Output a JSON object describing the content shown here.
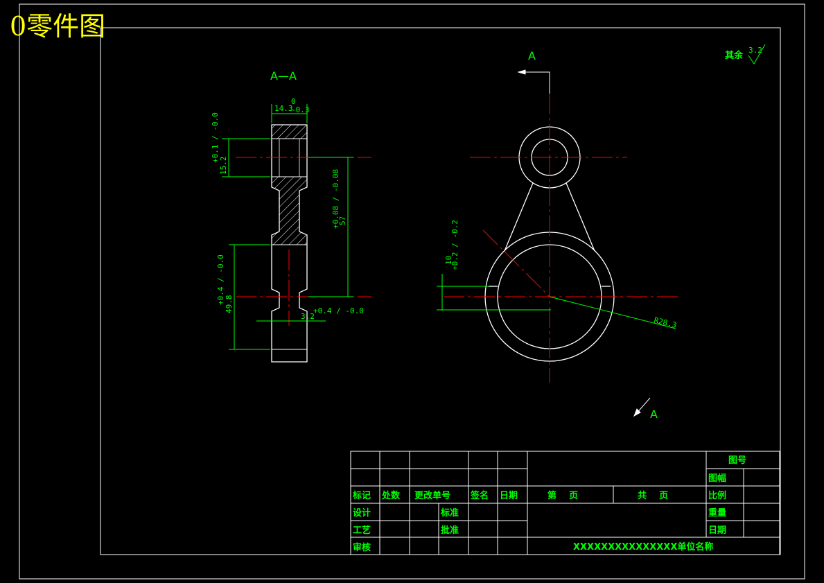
{
  "title": "0零件图",
  "views": {
    "section_label": "A—A",
    "arrow_label_top": "A",
    "arrow_label_bottom": "A",
    "roughness_label": "其余",
    "roughness_value": "3.2"
  },
  "dimensions": {
    "width_top": "14.3",
    "width_top_tol_upper": "0",
    "width_top_tol_lower": "-0.3",
    "left_upper": "15.2",
    "left_upper_tol": "+0.1 / -0.0",
    "center_distance": "57",
    "center_distance_tol": "+0.08 / -0.08",
    "left_lower": "49.8",
    "left_lower_tol": "+0.4 / -0.0",
    "groove": "3.2",
    "groove_tol": "+0.4 / -0.0",
    "offset": "10",
    "offset_tol": "+0.2 / -0.2",
    "radius": "R28.3"
  },
  "title_block": {
    "row_mark": [
      "标记",
      "处数",
      "更改单号",
      "签名",
      "日期"
    ],
    "design": "设计",
    "craft": "工艺",
    "review": "审核",
    "standard": "标准",
    "approve": "批准",
    "page_no": "第    页",
    "page_total": "共    页",
    "drawing_no": "图号",
    "sheet": "图幅",
    "scale": "比例",
    "weight": "重量",
    "date": "日期",
    "unit_name": "XXXXXXXXXXXXXXX单位名称"
  },
  "colors": {
    "background": "#000000",
    "outline": "#ffffff",
    "dimension": "#00ff00",
    "centerline": "#ff0000",
    "title": "#ffff00"
  }
}
